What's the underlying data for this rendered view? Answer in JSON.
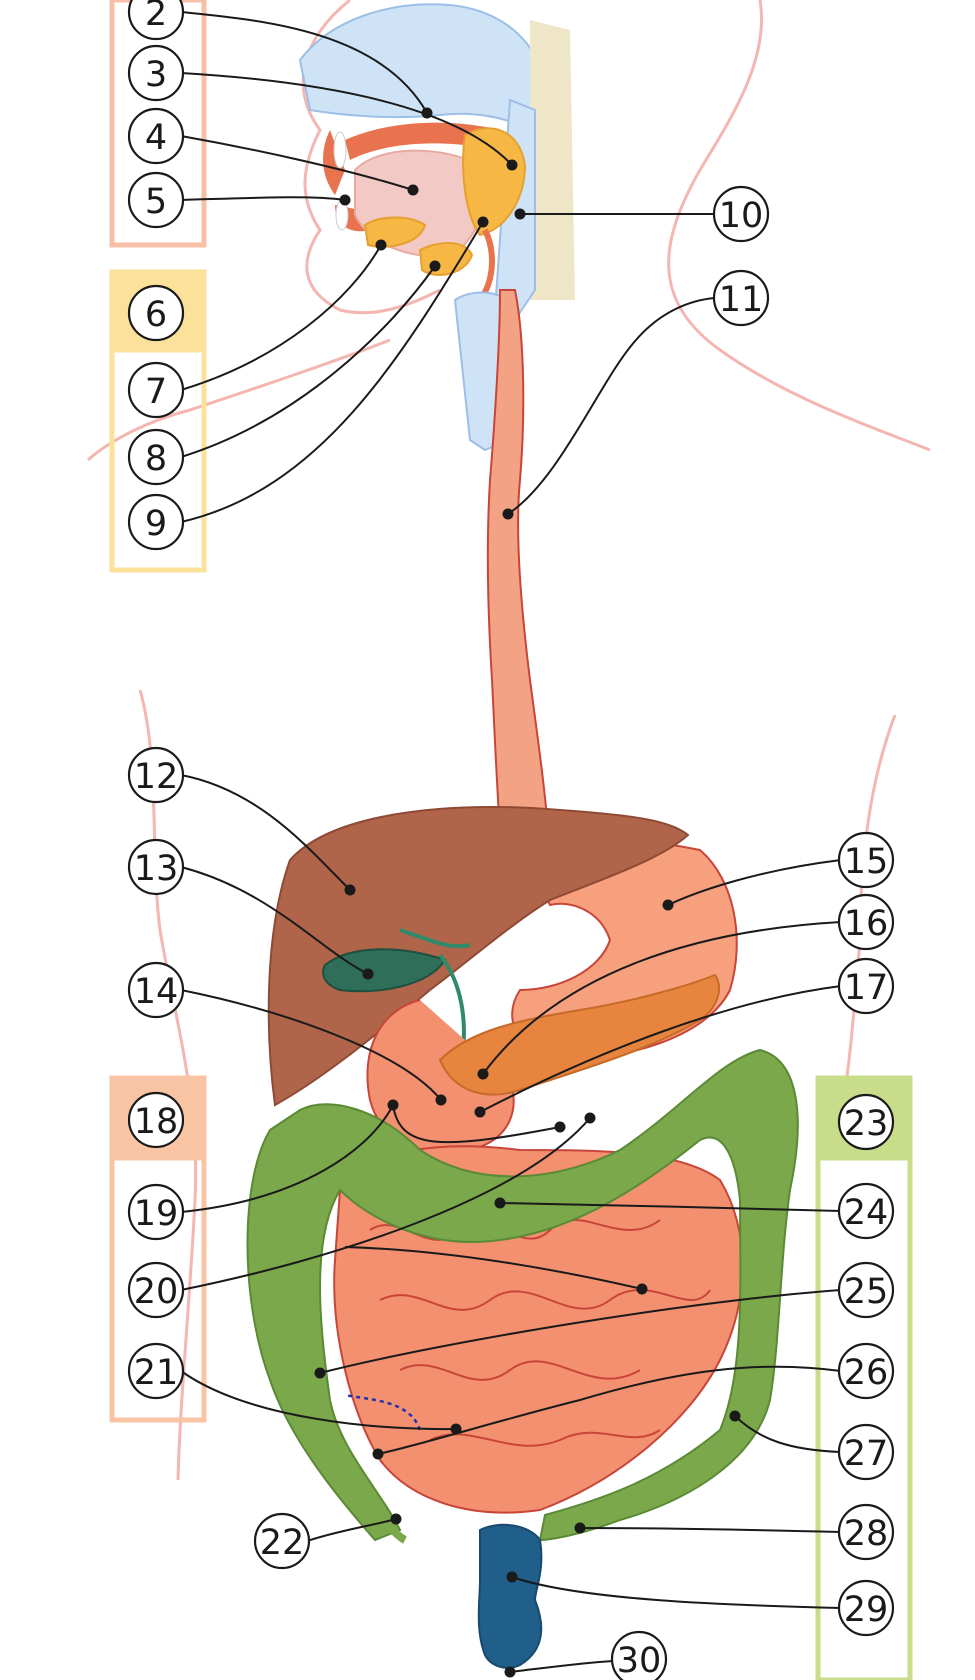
{
  "diagram": {
    "colors": {
      "skin_outline": "#f4b6b0",
      "airway": "#cfe3f7",
      "tongue": "#f2b8b0",
      "gland": "#f7b744",
      "esophagus": "#f4a284",
      "liver": "#b0654b",
      "gallbladder": "#2f6e58",
      "stomach": "#f7a07e",
      "pancreas": "#e7843e",
      "large_intestine": "#7aa84a",
      "small_intestine": "#f39070",
      "rectum": "#1f5f8a",
      "box_salivary": "#fbe19a",
      "box_pancreas": "#f9c4a4",
      "box_colon": "#c9dc8a"
    },
    "labels": [
      {
        "id": "label-2",
        "text": "2"
      },
      {
        "id": "label-3",
        "text": "3"
      },
      {
        "id": "label-4",
        "text": "4"
      },
      {
        "id": "label-5",
        "text": "5"
      },
      {
        "id": "label-6",
        "text": "6"
      },
      {
        "id": "label-7",
        "text": "7"
      },
      {
        "id": "label-8",
        "text": "8"
      },
      {
        "id": "label-9",
        "text": "9"
      },
      {
        "id": "label-10",
        "text": "10"
      },
      {
        "id": "label-11",
        "text": "11"
      },
      {
        "id": "label-12",
        "text": "12"
      },
      {
        "id": "label-13",
        "text": "13"
      },
      {
        "id": "label-14",
        "text": "14"
      },
      {
        "id": "label-15",
        "text": "15"
      },
      {
        "id": "label-16",
        "text": "16"
      },
      {
        "id": "label-17",
        "text": "17"
      },
      {
        "id": "label-18",
        "text": "18"
      },
      {
        "id": "label-19",
        "text": "19"
      },
      {
        "id": "label-20",
        "text": "20"
      },
      {
        "id": "label-21",
        "text": "21"
      },
      {
        "id": "label-22",
        "text": "22"
      },
      {
        "id": "label-23",
        "text": "23"
      },
      {
        "id": "label-24",
        "text": "24"
      },
      {
        "id": "label-25",
        "text": "25"
      },
      {
        "id": "label-26",
        "text": "26"
      },
      {
        "id": "label-27",
        "text": "27"
      },
      {
        "id": "label-28",
        "text": "28"
      },
      {
        "id": "label-29",
        "text": "29"
      },
      {
        "id": "label-30",
        "text": "30"
      }
    ]
  }
}
